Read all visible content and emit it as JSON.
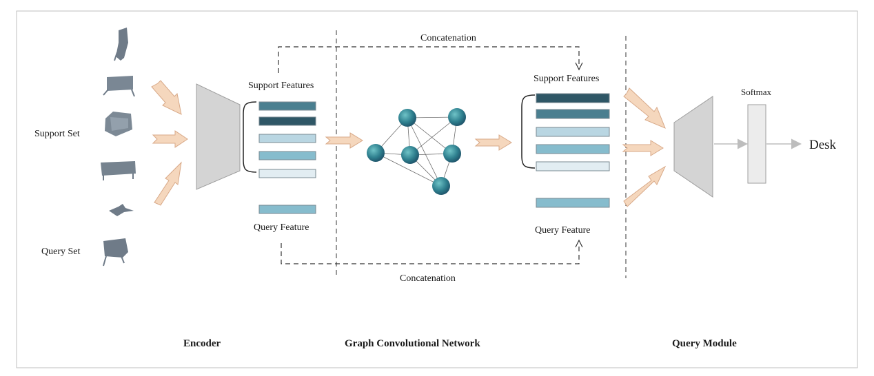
{
  "labels": {
    "support_set": "Support  Set",
    "query_set": "Query Set",
    "support_features_left": "Support  Features",
    "query_feature_left": "Query  Feature",
    "support_features_right": "Support  Features",
    "query_feature_right": "Query  Feature",
    "concatenation_top": "Concatenation",
    "concatenation_bottom": "Concatenation",
    "softmax": "Softmax",
    "output": "Desk"
  },
  "sections": {
    "encoder": "Encoder",
    "gcn": "Graph Convolutional Network",
    "query_module": "Query Module"
  },
  "colors": {
    "bar_dark": "#2f5766",
    "bar_mid": "#4a7f90",
    "bar_light": "#b9d6e2",
    "bar_teal": "#86bccd",
    "bar_pale": "#e2edf2",
    "arrow_fill": "#f5d7bd",
    "arrow_stroke": "#d8a988",
    "trapezoid": "#d4d4d4",
    "node": "#2e7f8e",
    "shape_gray": "#6f7b88"
  }
}
